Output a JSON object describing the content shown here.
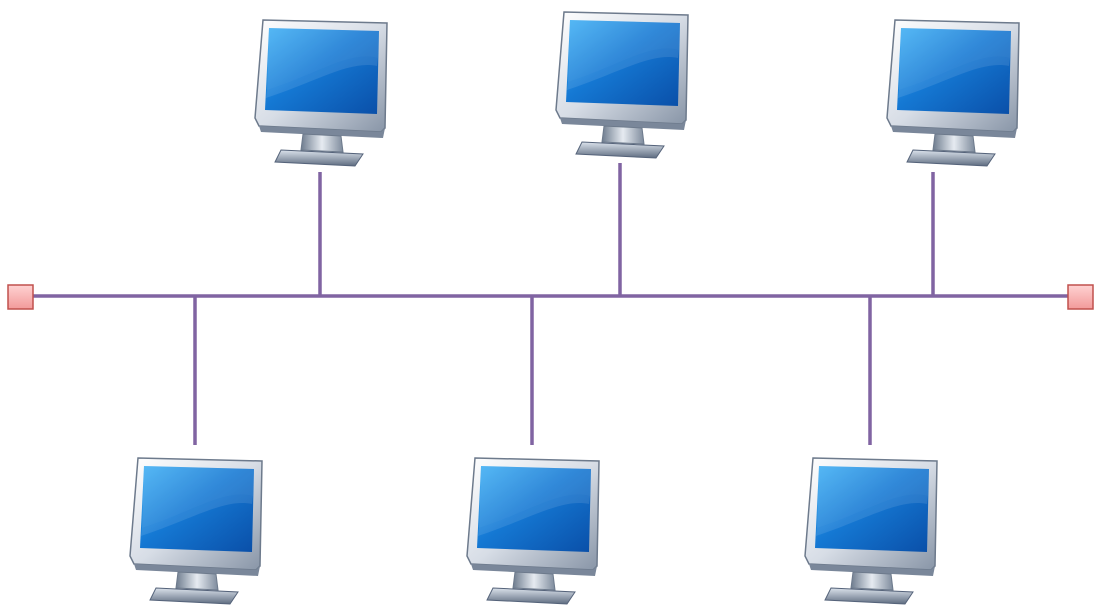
{
  "diagram": {
    "type": "bus-topology",
    "nodes": [
      {
        "id": "computer-top-1",
        "kind": "computer",
        "side": "top"
      },
      {
        "id": "computer-top-2",
        "kind": "computer",
        "side": "top"
      },
      {
        "id": "computer-top-3",
        "kind": "computer",
        "side": "top"
      },
      {
        "id": "computer-bottom-1",
        "kind": "computer",
        "side": "bottom"
      },
      {
        "id": "computer-bottom-2",
        "kind": "computer",
        "side": "bottom"
      },
      {
        "id": "computer-bottom-3",
        "kind": "computer",
        "side": "bottom"
      }
    ],
    "terminators": [
      {
        "id": "terminator-left"
      },
      {
        "id": "terminator-right"
      }
    ],
    "colors": {
      "bus_line": "#8064A2",
      "terminator_fill": "#F4A7A7",
      "terminator_stroke": "#C0504D",
      "screen_blue": "#1A7FD4",
      "bezel": "#E9ECF1",
      "stand": "#A9B4C2"
    },
    "icon": "monitor-icon"
  }
}
